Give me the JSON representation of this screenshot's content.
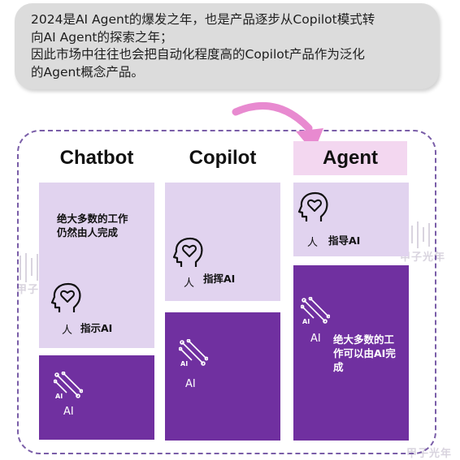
{
  "bubble": {
    "text": "2024是AI Agent的爆发之年，也是产品逐步从Copilot模式转\n向AI Agent的探索之年；\n因此市场中往往也会把自动化程度高的Copilot产品作为泛化\n的Agent概念产品。"
  },
  "watermark": {
    "text": "甲子光年"
  },
  "columns": {
    "chatbot": {
      "title": "Chatbot",
      "light_text": "绝大多数的工作\n仍然由人完成",
      "human_label": "人",
      "human_action": "指示AI",
      "ai_label": "AI"
    },
    "copilot": {
      "title": "Copilot",
      "human_label": "人",
      "human_action": "指挥AI",
      "ai_label": "AI"
    },
    "agent": {
      "title": "Agent",
      "human_label": "人",
      "human_action": "指导AI",
      "ai_label": "AI",
      "ai_text": "绝大多数的工\n作可以由AI完\n成"
    }
  },
  "colors": {
    "light_panel": "#e1d3ef",
    "dark_panel": "#7030a0",
    "agent_title_bg": "#f3d7f0",
    "dashed_border": "#7a5ea8",
    "arrow": "#e88ad0"
  },
  "icons": {
    "human": "head-heart-icon",
    "ai": "circuit-ai-icon"
  }
}
